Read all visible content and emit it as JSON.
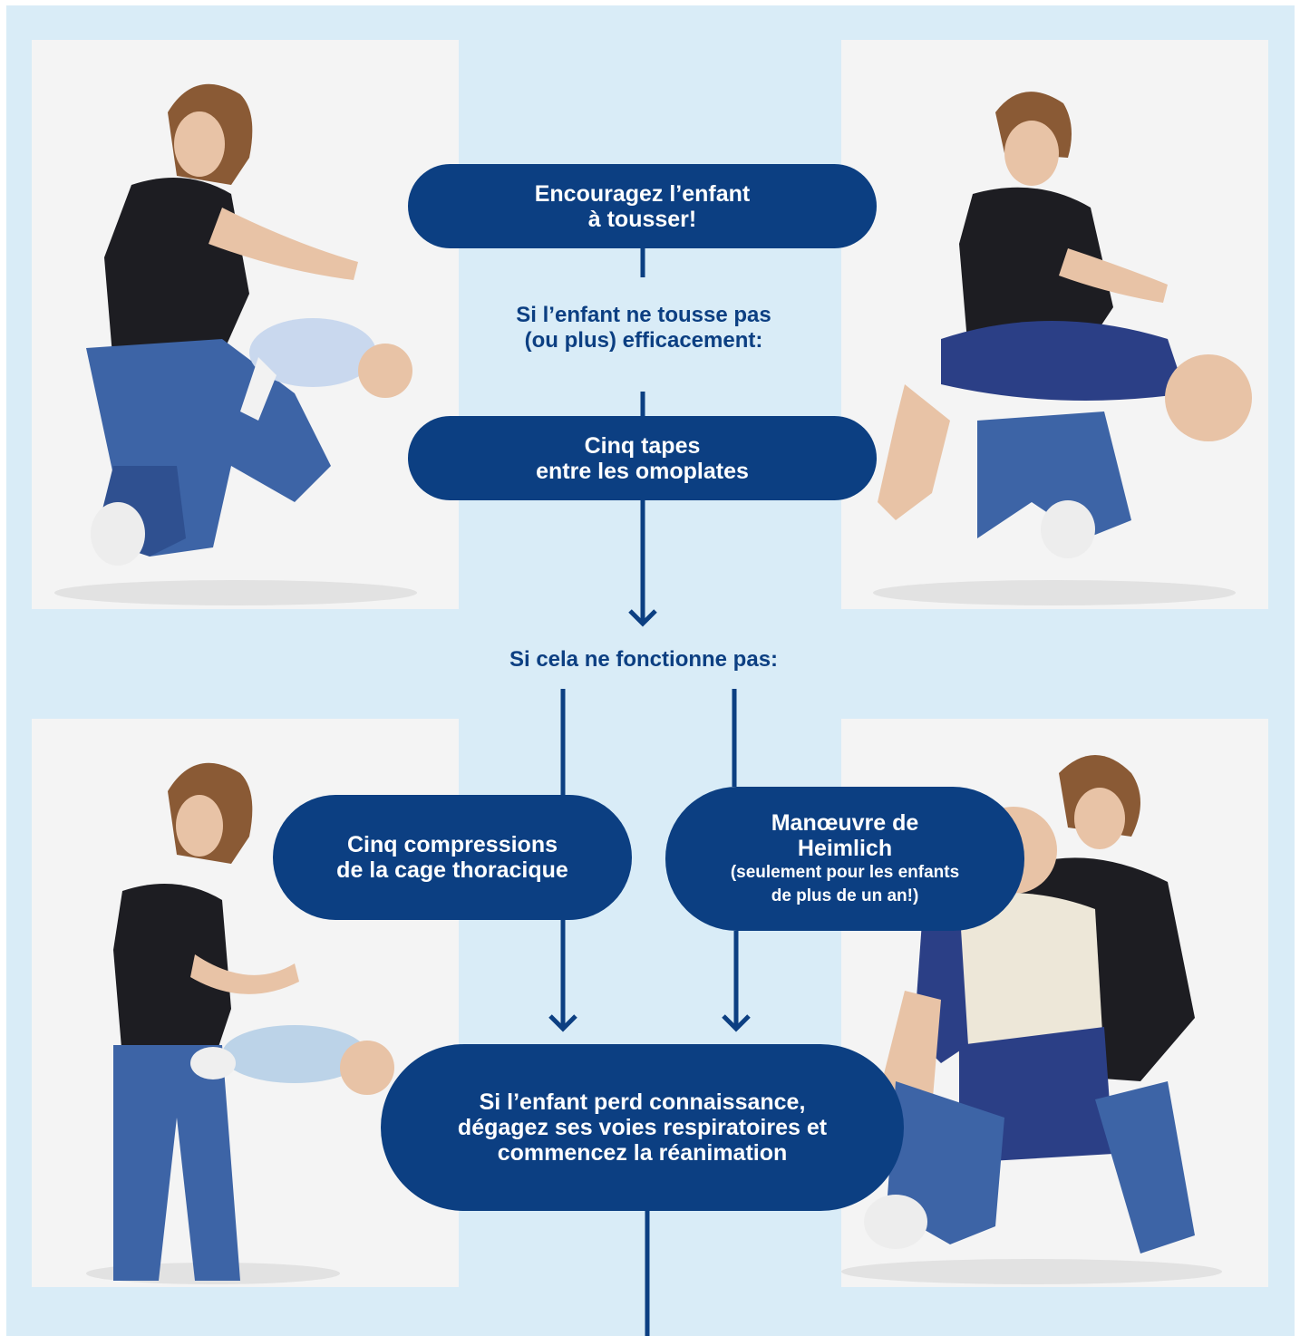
{
  "colors": {
    "background": "#d9ecf7",
    "accent": "#0c3f82",
    "pill_text": "#ffffff",
    "photo_background": "#f3f3f3"
  },
  "flow": {
    "encourage_cough": {
      "line1": "Encouragez l’enfant",
      "line2": "à tousser!"
    },
    "not_coughing": {
      "line1": "Si l’enfant ne tousse pas",
      "line2": "(ou plus) efficacement:"
    },
    "five_back_blows": {
      "line1": "Cinq tapes",
      "line2": "entre les omoplates"
    },
    "if_not_working": "Si cela ne fonctionne pas:",
    "chest_compressions": {
      "line1": "Cinq compressions",
      "line2": "de la cage thoracique"
    },
    "heimlich": {
      "line1": "Manœuvre de",
      "line2": "Heimlich",
      "note1": "(seulement pour les enfants",
      "note2": "de plus de un an!)"
    },
    "unconscious": {
      "line1": "Si l’enfant perd connaissance,",
      "line2": "dégagez ses voies respiratoires et",
      "line3": "commencez la réanimation"
    }
  },
  "photos": [
    {
      "icon": "person-back-blows-infant-photo"
    },
    {
      "icon": "person-back-blows-child-photo"
    },
    {
      "icon": "person-chest-compressions-infant-photo"
    },
    {
      "icon": "person-heimlich-child-photo"
    }
  ]
}
